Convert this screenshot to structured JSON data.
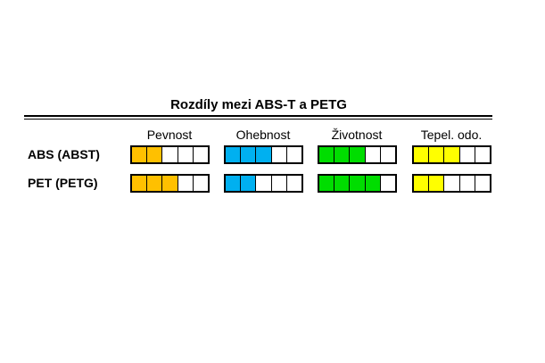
{
  "chart_data": {
    "type": "table",
    "title": "Rozdíly mezi ABS-T a PETG",
    "columns": [
      {
        "name": "Pevnost",
        "color": "#ffc000"
      },
      {
        "name": "Ohebnost",
        "color": "#00b0f0"
      },
      {
        "name": "Životnost",
        "color": "#00dd00"
      },
      {
        "name": "Tepel. odo.",
        "color": "#ffff00"
      }
    ],
    "max_score": 5,
    "rows": [
      {
        "label": "ABS (ABST)",
        "values": [
          2,
          3,
          3,
          3
        ]
      },
      {
        "label": "PET (PETG)",
        "values": [
          3,
          2,
          4,
          2
        ]
      }
    ]
  }
}
